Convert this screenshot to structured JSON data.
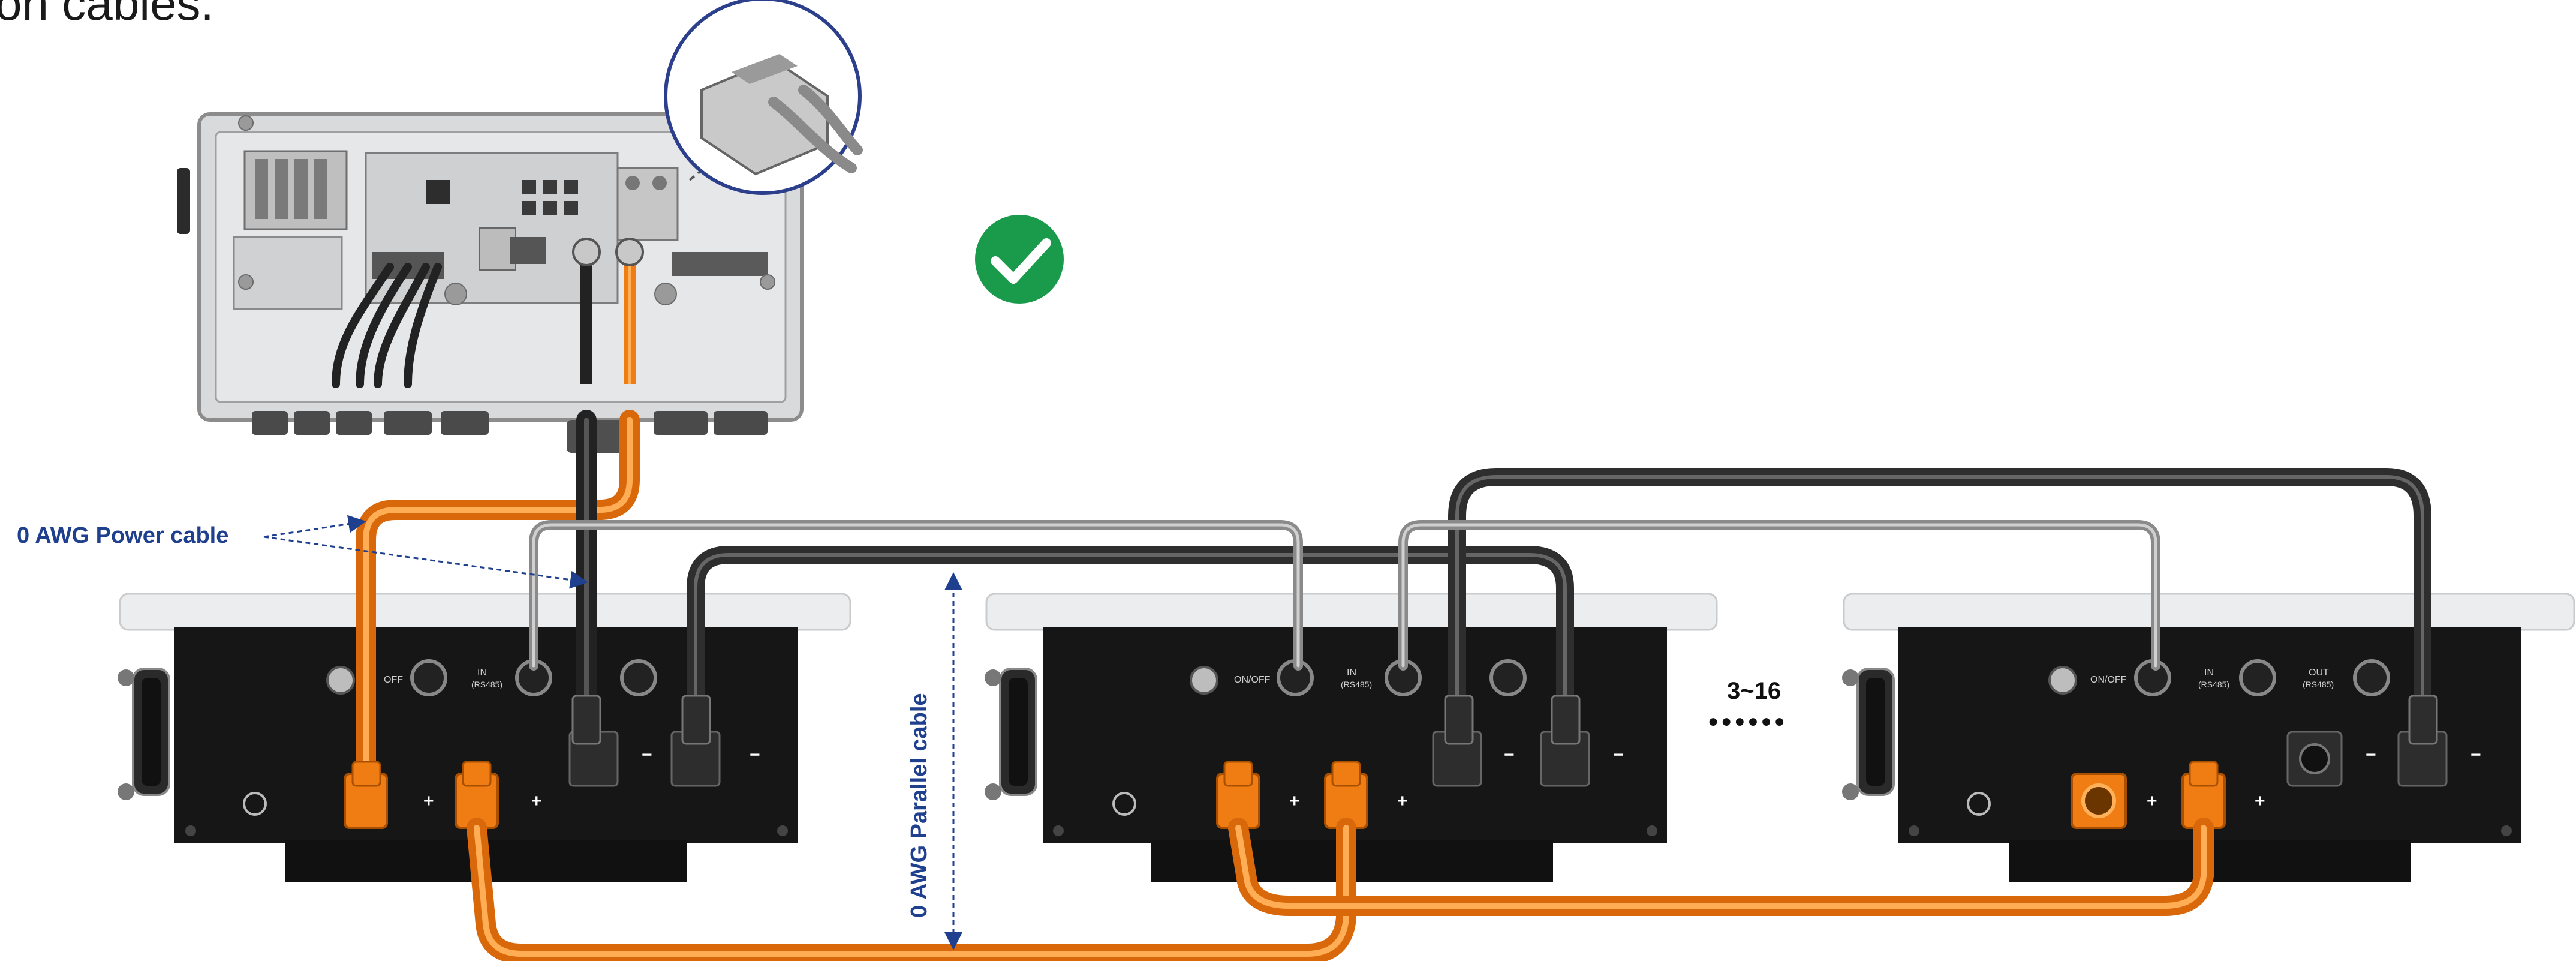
{
  "caption": "on cables.",
  "callouts": {
    "power_cable": "0 AWG Power cable",
    "parallel_cable": "0 AWG Parallel cable",
    "count": "3~16",
    "dots": "●●●●●●"
  },
  "battery_labels": {
    "on_off": "ON/OFF",
    "in": "IN",
    "in_sub": "(RS485)",
    "out": "OUT",
    "out_sub": "(RS485)",
    "plus": "+",
    "minus": "−",
    "off_partial": "OFF"
  },
  "status_icon": "check-circle-icon",
  "colors": {
    "orange_cable": "#f07d13",
    "orange_highlight": "#ffb15a",
    "dark_cable": "#3a3a3a",
    "grey_cable": "#9a9a9a",
    "battery_body": "#161616",
    "battery_lid": "#ecedee",
    "callout_blue": "#1f3f8f",
    "check_green": "#1a9b4b"
  }
}
